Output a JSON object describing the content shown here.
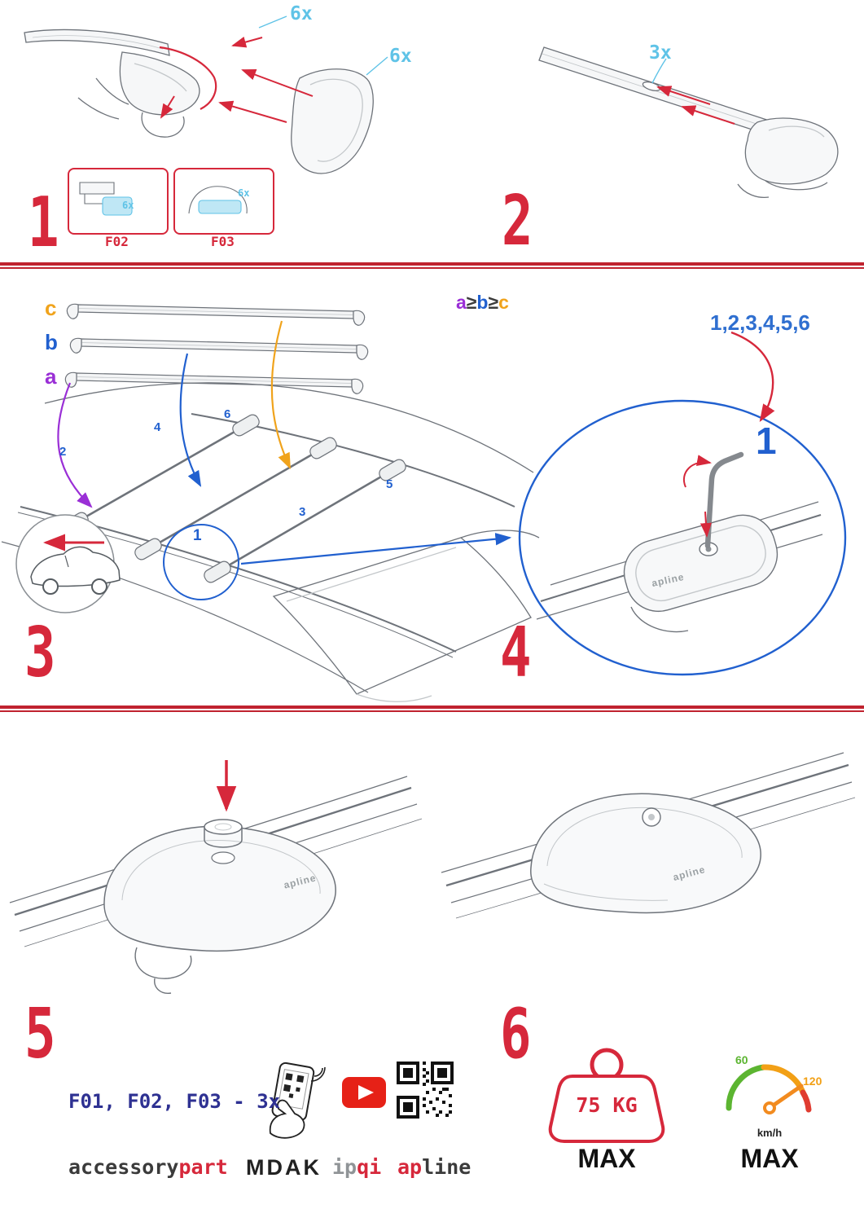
{
  "step1": {
    "number": "1",
    "qty_top": "6x",
    "qty_right": "6x",
    "box1": {
      "label": "F02",
      "qty": "6x"
    },
    "box2": {
      "label": "F03",
      "qty": "6x"
    }
  },
  "step2": {
    "number": "2",
    "qty": "3x"
  },
  "step3": {
    "number": "3",
    "bars": {
      "a": "a",
      "b": "b",
      "c": "c"
    },
    "rule": {
      "a": "a",
      "ge1": "≥",
      "b": "b",
      "ge2": "≥",
      "c": "c"
    },
    "roof_numbers": [
      "1",
      "2",
      "3",
      "4",
      "5",
      "6"
    ]
  },
  "step4": {
    "number": "4",
    "sequence": "1,2,3,4,5,6",
    "first": "1"
  },
  "step5": {
    "number": "5"
  },
  "step6": {
    "number": "6"
  },
  "brand": {
    "foot_logo": "apline"
  },
  "footer": {
    "parts": "F01, F02, F03 - 3x",
    "brand1_a": "accessory",
    "brand1_b": "part",
    "brand2": "MDAK",
    "brand3_a": "ip",
    "brand3_b": "qi",
    "brand4_a": "ap",
    "brand4_b": "line",
    "weight_value": "75 KG",
    "weight_max": "MAX",
    "speed_low": "60",
    "speed_high": "120",
    "speed_unit": "km/h",
    "speed_max": "MAX"
  },
  "colors": {
    "accent_red": "#d6283b",
    "accent_cyan": "#5fc3e7",
    "accent_blue": "#2160cf",
    "accent_purple": "#9a2fd6",
    "accent_orange": "#f0a31c",
    "navy": "#2e3192",
    "green": "#5cb531",
    "speed_orange": "#f2a016"
  }
}
